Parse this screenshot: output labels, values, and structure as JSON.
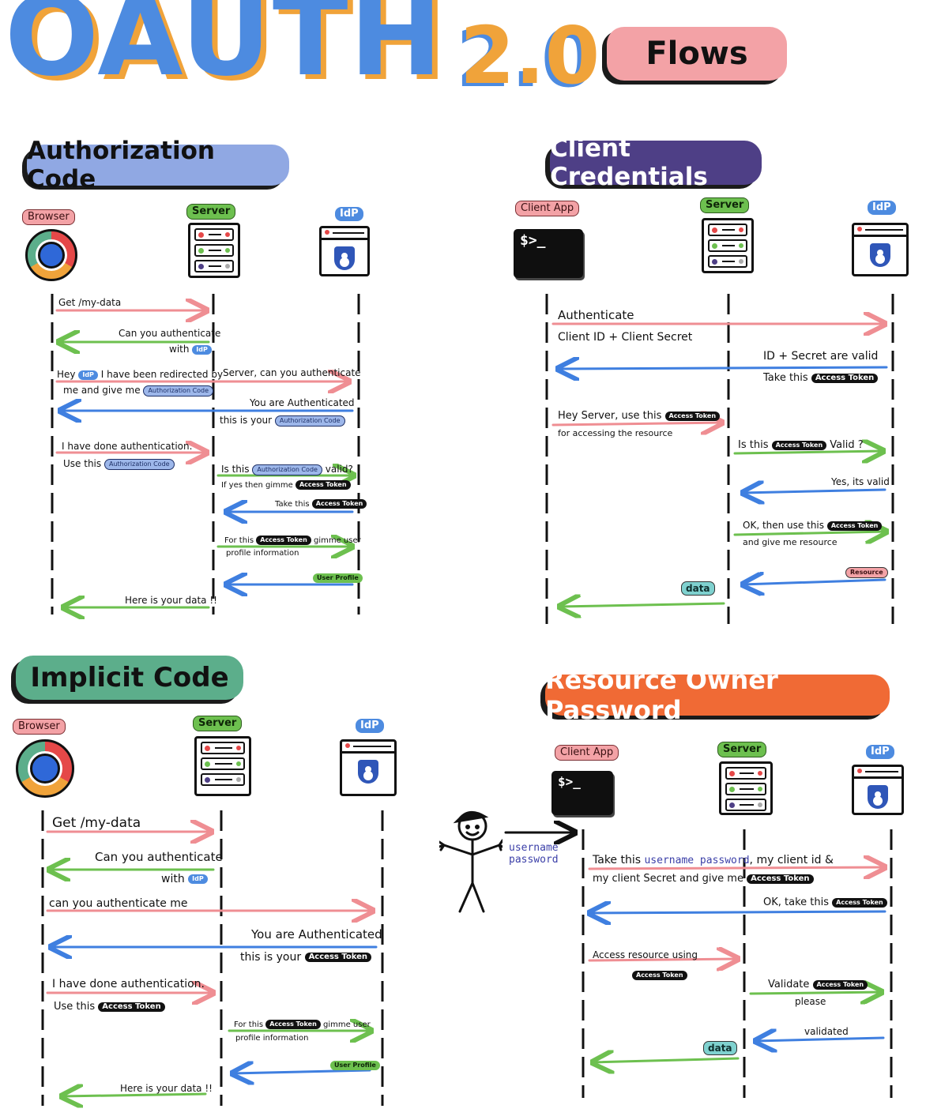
{
  "header": {
    "title_oauth": "OAUTH",
    "title_version": "2.0",
    "flows_badge": "Flows"
  },
  "colors": {
    "request": "#f3a2a6",
    "response_green": "#6dc04f",
    "response_blue": "#4d8be0",
    "orange": "#f0a33a"
  },
  "auth_code": {
    "title": "Authorization Code",
    "actors": {
      "browser": "Browser",
      "server": "Server",
      "idp": "IdP"
    },
    "m1": "Get /my-data",
    "m2a": "Can you authenticate",
    "m2b": "with",
    "idp_tag": "IdP",
    "m3a": "Hey",
    "m3b": "I have been redirected by",
    "m3c": "me  and  give me",
    "m3d": "Server, can you authenticate",
    "auth_code_tag": "Authorization Code",
    "m4a": "You are Authenticated",
    "m4b": "this is your",
    "m5a": "I have done authentication.",
    "m5b": "Use this",
    "m6a": "Is this",
    "m6b": "valid?",
    "m7": "If yes then gimme",
    "access_token_tag": "Access Token",
    "m8": "Take this",
    "m9a": "For this",
    "m9b": "gimme user",
    "m9c": "profile information",
    "user_profile_tag": "User Profile",
    "m10": "Here is your data !!"
  },
  "client_cred": {
    "title": "Client Credentials",
    "actors": {
      "client": "Client App",
      "server": "Server",
      "idp": "IdP"
    },
    "terminal": "$>_",
    "m1a": "Authenticate",
    "m1b": "Client ID + Client Secret",
    "m2a": "ID + Secret are valid",
    "m2b": "Take this",
    "access_token_tag": "Access Token",
    "m3a": "Hey Server, use this",
    "m3b": "for accessing the resource",
    "m4a": "Is this",
    "m4b": "Valid ?",
    "m5": "Yes, its valid",
    "m6a": "OK, then use this",
    "m6b": "and give me resource",
    "resource_tag": "Resource",
    "data_tag": "data"
  },
  "implicit": {
    "title": "Implicit Code",
    "actors": {
      "browser": "Browser",
      "server": "Server",
      "idp": "IdP"
    },
    "m1": "Get /my-data",
    "m2a": "Can you authenticate",
    "m2b": "with",
    "idp_tag": "IdP",
    "m3": "can you authenticate me",
    "m4a": "You are Authenticated",
    "m4b": "this is your",
    "access_token_tag": "Access Token",
    "m5a": "I have done authentication.",
    "m5b": "Use this",
    "m6a": "For this",
    "m6b": "gimme user",
    "m6c": "profile information",
    "user_profile_tag": "User Profile",
    "m7": "Here is your data !!"
  },
  "rop": {
    "title": "Resource Owner Password",
    "actors": {
      "client": "Client App",
      "server": "Server",
      "idp": "IdP"
    },
    "terminal": "$>_",
    "user_cred_a": "username",
    "user_cred_b": "password",
    "m1a": "Take this",
    "m1b": "username password",
    "m1c": ", my client id &",
    "m1d": "my client Secret and give me",
    "access_token_tag": "Access Token",
    "m2": "OK, take this",
    "m3": "Access resource using",
    "m4a": "Validate",
    "m4b": "please",
    "m5": "validated",
    "data_tag": "data"
  }
}
